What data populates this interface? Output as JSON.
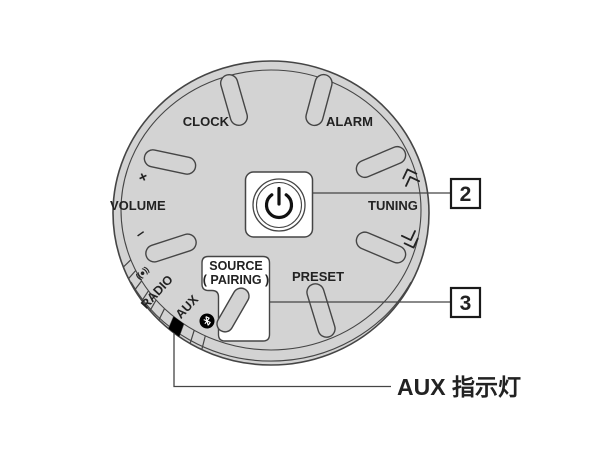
{
  "device_panel": {
    "labels": {
      "clock": "CLOCK",
      "alarm": "ALARM",
      "volume": "VOLUME",
      "volume_plus": "+",
      "volume_minus": "–",
      "tuning": "TUNING",
      "preset": "PRESET",
      "source_line1": "SOURCE",
      "source_line2": "( PAIRING )",
      "radio": "RADIO",
      "aux": "AUX",
      "signal_icon": "((●))"
    },
    "callouts": {
      "power_ref": "2",
      "source_ref": "3",
      "aux_indicator_label": "AUX 指示灯"
    },
    "colors": {
      "dial_fill": "#d3d3d3",
      "outline": "#454545",
      "text": "#222222",
      "indicator": "#000000",
      "white": "#ffffff"
    }
  }
}
